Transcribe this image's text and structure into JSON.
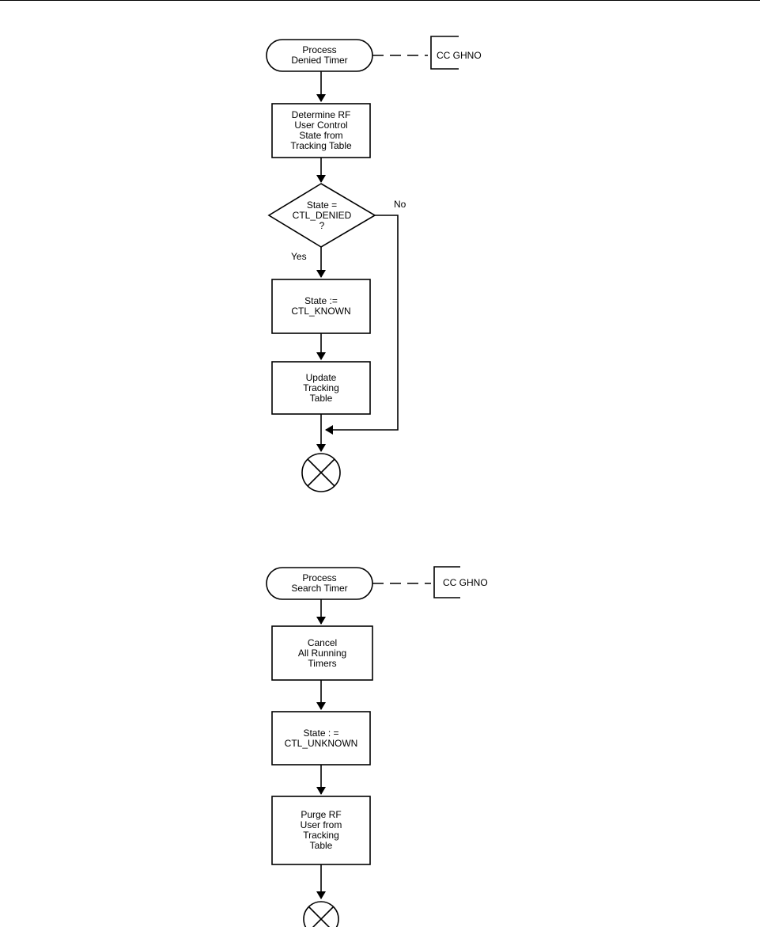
{
  "diagram_1": {
    "start": "Process\nDenied Timer",
    "annotation": "CC GHNO",
    "step1": "Determine RF\nUser Control\nState from\nTracking Table",
    "decision": "State =\nCTL_DENIED\n?",
    "yes_label": "Yes",
    "no_label": "No",
    "step2": "State :=\nCTL_KNOWN",
    "step3": "Update\nTracking\nTable",
    "end_symbol": "connector-x"
  },
  "diagram_2": {
    "start": "Process\nSearch Timer",
    "annotation": "CC GHNO",
    "step1": "Cancel\nAll Running\nTimers",
    "step2": "State : =\nCTL_UNKNOWN",
    "step3": "Purge RF\nUser from\nTracking\nTable",
    "end_symbol": "connector-x"
  }
}
